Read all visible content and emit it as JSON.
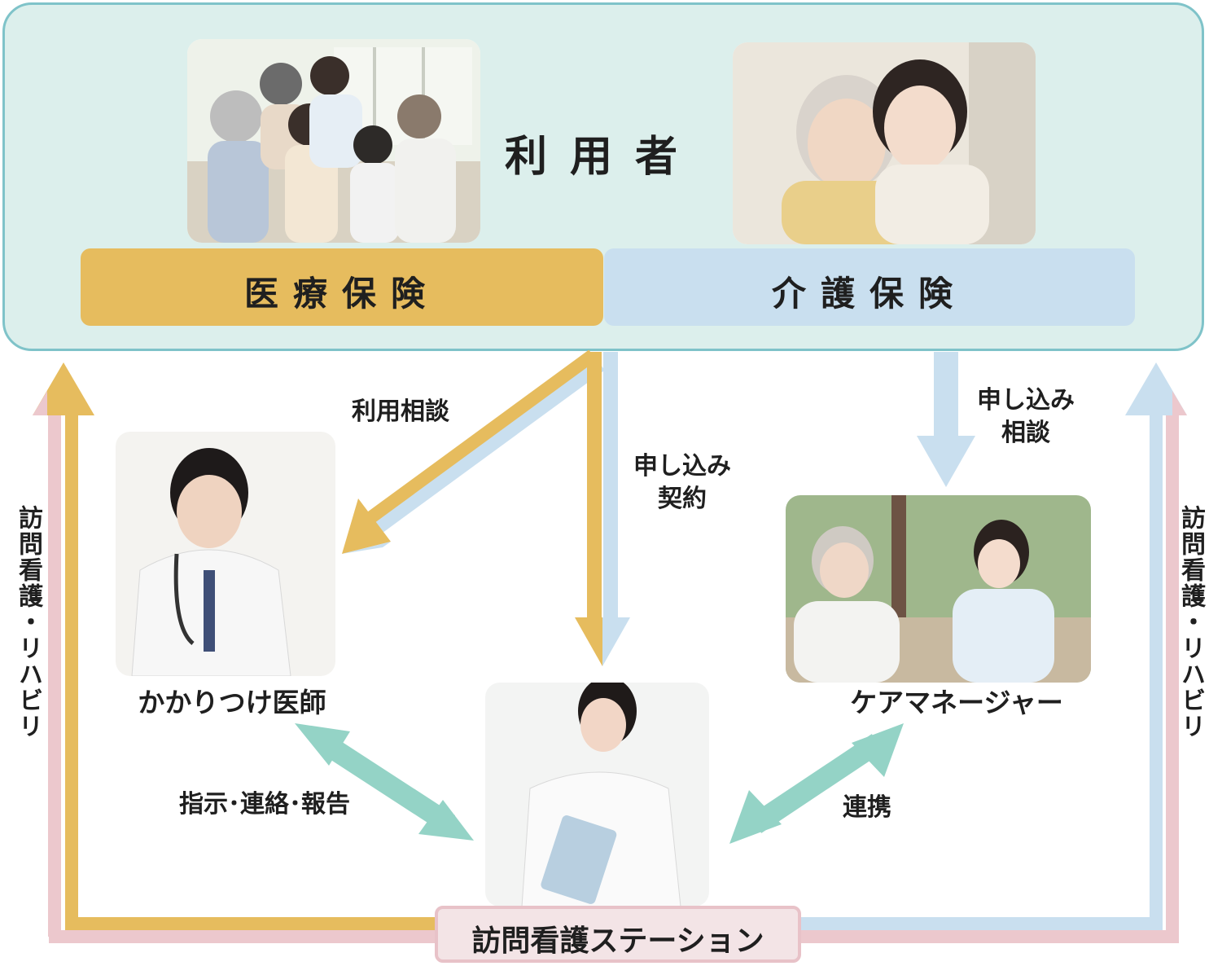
{
  "top": {
    "title": "利用者",
    "medical_insurance": "医療保険",
    "care_insurance": "介護保険"
  },
  "actors": {
    "doctor": "かかりつけ医師",
    "care_manager": "ケアマネージャー",
    "station": "訪問看護ステーション"
  },
  "flows": {
    "consult_doctor": "利用相談",
    "apply_contract": [
      "申し込み",
      "契約"
    ],
    "apply_consult": [
      "申し込み",
      "相談"
    ],
    "instruction": "指示･連絡･報告",
    "cooperation": "連携",
    "left_side": "訪問看護・リハビリ",
    "right_side": "訪問看護・リハビリ"
  },
  "colors": {
    "medical": "#e6bc5e",
    "care": "#c9dfef",
    "teal_arrow": "#94d3c6",
    "pink_line": "#ecc8cd",
    "top_bg": "#dcefec"
  }
}
